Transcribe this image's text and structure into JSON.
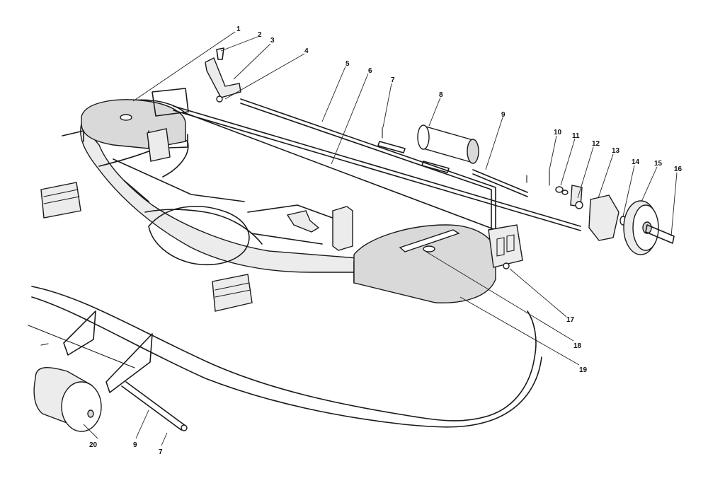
{
  "callouts": [
    "1",
    "2",
    "3",
    "4",
    "5",
    "6",
    "7",
    "8",
    "9",
    "10",
    "11",
    "12",
    "13",
    "14",
    "15",
    "16",
    "17",
    "18",
    "19",
    "20",
    "9",
    "7"
  ],
  "caption": ""
}
